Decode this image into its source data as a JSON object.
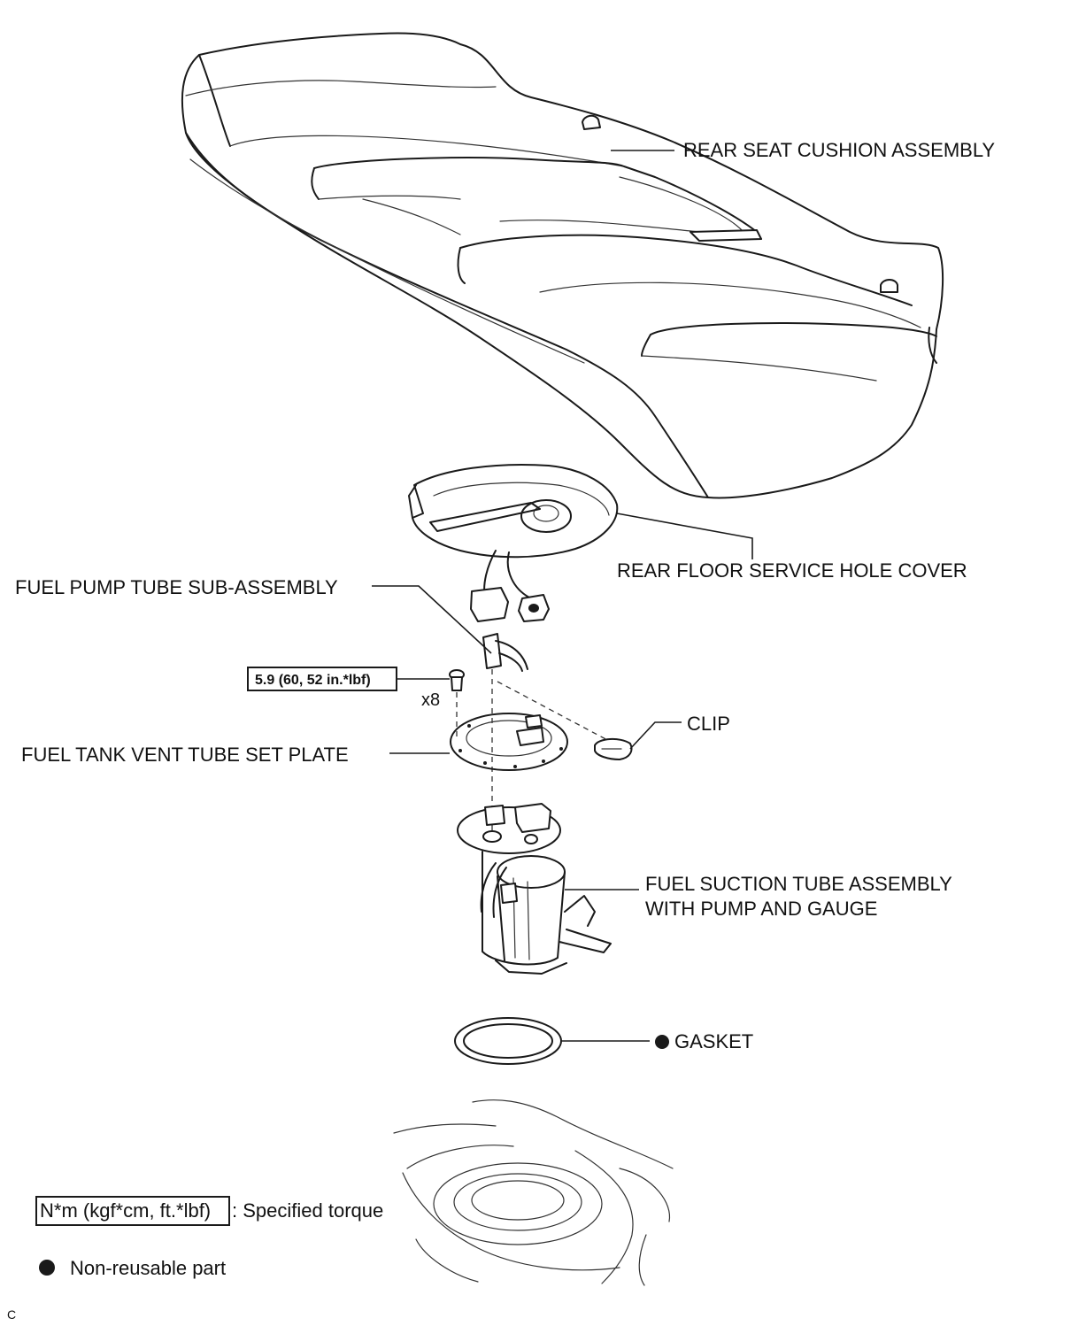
{
  "labels": {
    "rear_seat_cushion": "REAR SEAT CUSHION ASSEMBLY",
    "rear_floor_cover": "REAR FLOOR SERVICE HOLE COVER",
    "fuel_pump_tube": "FUEL PUMP TUBE SUB-ASSEMBLY",
    "torque_value": "5.9 (60, 52 in.*lbf)",
    "bolt_count": "x8",
    "clip": "CLIP",
    "vent_plate": "FUEL TANK VENT TUBE SET PLATE",
    "suction_line1": "FUEL SUCTION TUBE ASSEMBLY",
    "suction_line2": "WITH PUMP AND GAUGE",
    "gasket": "GASKET"
  },
  "legend": {
    "torque_box": "N*m (kgf*cm, ft.*lbf)",
    "torque_desc": ": Specified torque",
    "nonreusable_desc": "Non-reusable part"
  },
  "corner_mark": "C"
}
